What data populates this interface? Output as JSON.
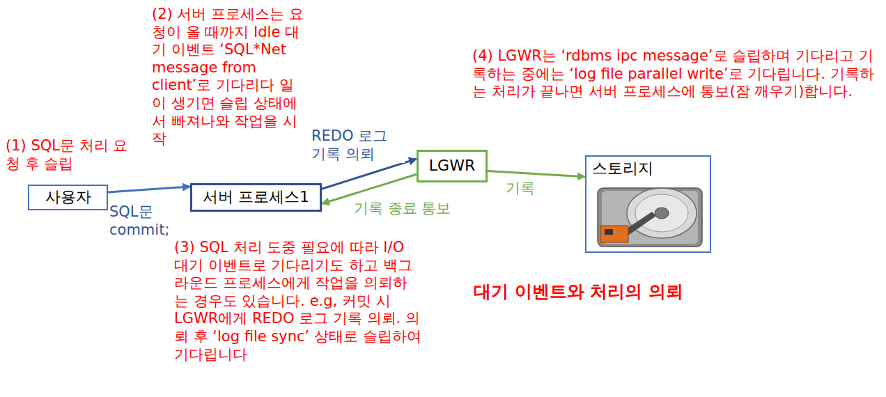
{
  "diagram": {
    "title": "대기 이벤트와 처리의 의뢰",
    "nodes": [
      {
        "text": [
          "사용자"
        ]
      },
      {
        "text": [
          "서버 프로세스1"
        ]
      },
      {
        "text": [
          "LGWR"
        ]
      },
      {
        "text": [
          "스토리지"
        ]
      }
    ],
    "edges": [
      {
        "from": 0,
        "to": 1,
        "label": "SQL문 commit;",
        "arrow": "to"
      },
      {
        "from": 1,
        "to": 2,
        "label": "REDO 로그 기록 의뢰",
        "arrow": "to"
      },
      {
        "from": 2,
        "to": 1,
        "label": "기록 종료 통보",
        "arrow": "to"
      },
      {
        "from": 2,
        "to": 3,
        "label": "기록",
        "arrow": "to"
      }
    ],
    "labels": [
      "(1) SQL문 처리 요청 후 슬립",
      "(2) 서버 프로세스는 요청이 올 때까지 Idle 대기 이벤트 ‘SQL*Net message from client’로 기다리다 일이 생기면 슬립 상태에서 빠져나와 작업을 시작",
      "(3) SQL 처리 도중 필요에 따라 I/O 대기 이벤트로 기다리기도 하고 백그라운드 프로세스에게 작업을 의뢰하는 경우도 있습니다. e.g, 커밋 시 LGWR에게 REDO 로그 기록 의뢰. 의뢰 후 ‘log file sync’ 상태로 슬립하여 기다립니다",
      "(4) LGWR는 ‘rdbms ipc message’로 슬립하며 기다리고 기록하는 중에는 ‘log file parallel write’로 기다립니다. 기록하는 처리가 끝나면 서버 프로세스에 통보(잠 깨우기)합니다."
    ]
  }
}
